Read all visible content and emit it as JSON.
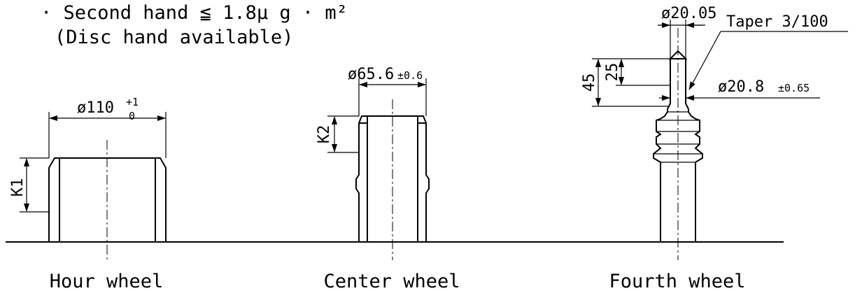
{
  "notes": {
    "line1": "· Second hand ≦  1.8μ g · m²",
    "line2": "(Disc hand available)"
  },
  "hour_wheel": {
    "label": "Hour wheel",
    "diameter_main": "ø110",
    "tol_upper": "+1",
    "tol_lower": "0",
    "k_label": "K1"
  },
  "center_wheel": {
    "label": "Center wheel",
    "diameter_main": "ø65.6",
    "tol": "±0.6",
    "k_label": "K2"
  },
  "fourth_wheel": {
    "label": "Fourth wheel",
    "tip_diameter": "ø20.05",
    "taper_label": "Taper 3/100",
    "dim_45": "45",
    "dim_25": "25",
    "pivot_diameter": "ø20.8",
    "pivot_tol": "±0.65"
  }
}
